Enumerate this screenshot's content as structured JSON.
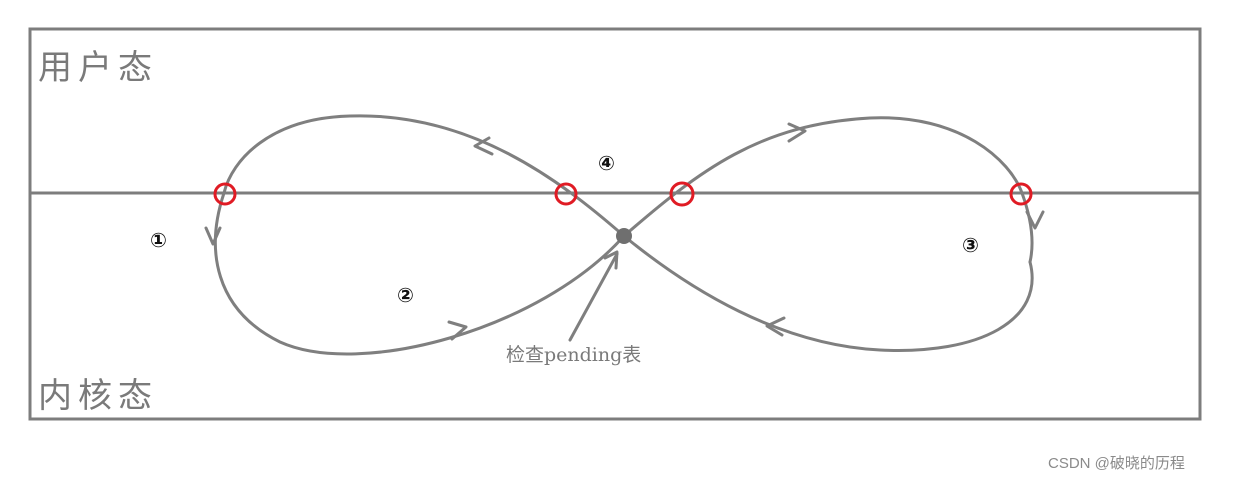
{
  "regions": {
    "user_mode": "用户态",
    "kernel_mode": "内核态"
  },
  "steps": [
    "①",
    "②",
    "③",
    "④"
  ],
  "annotation": "检查pending表",
  "watermark": "CSDN @破晓的历程",
  "colors": {
    "frame": "#7d7d7d",
    "curve": "#7f7f7f",
    "marker": "#e01b24",
    "center_dot": "#6f6f6f",
    "label_text": "#7a7a7a"
  }
}
